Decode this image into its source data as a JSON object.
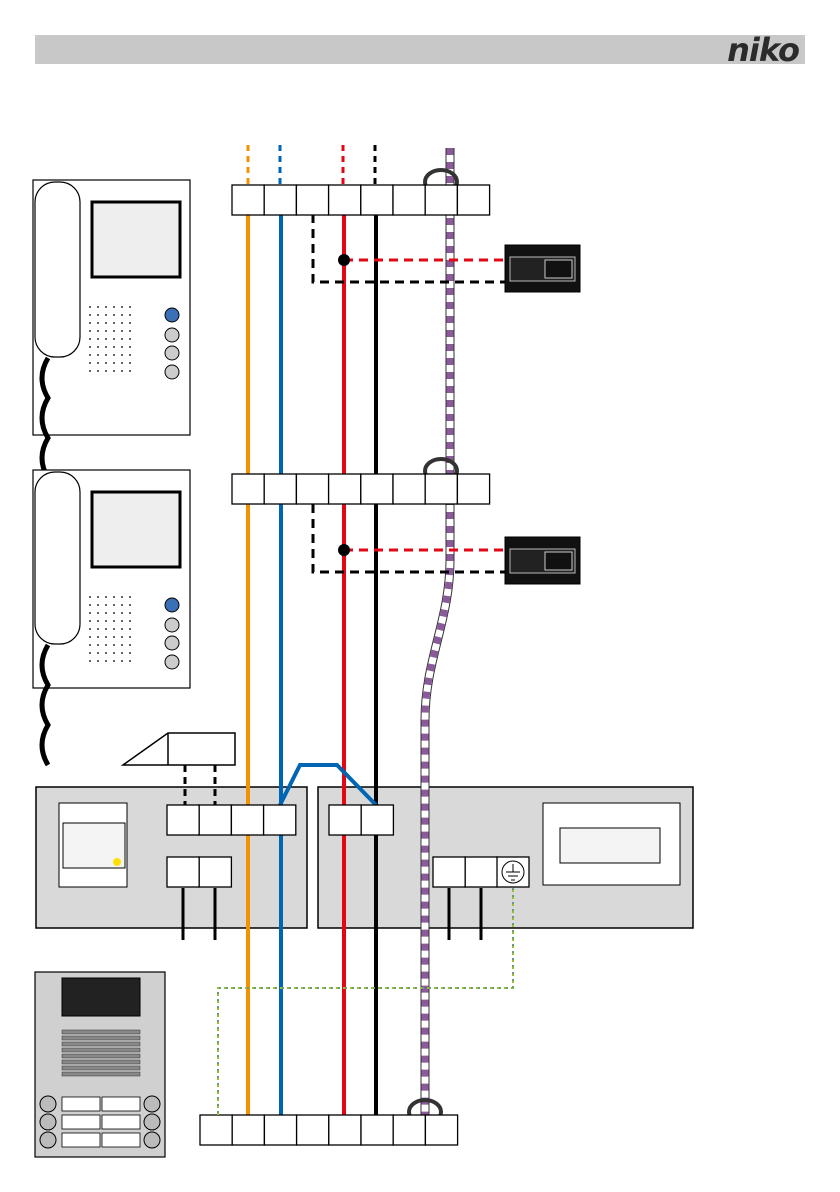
{
  "header": {
    "logo": "niko"
  },
  "colors": {
    "header_bar": "#c8c8c8",
    "wire_orange": "#f39200",
    "wire_blue": "#0066b3",
    "wire_red": "#e30613",
    "wire_black": "#000000",
    "twisted_pair": "#8b5a9a",
    "earth": "#9bbf2a",
    "panel_gray": "#d9d9d9"
  },
  "components": [
    "video-monitor-1",
    "video-monitor-2",
    "relay-module-1",
    "relay-module-2",
    "camera",
    "power-supply",
    "video-distributor",
    "door-panel"
  ]
}
